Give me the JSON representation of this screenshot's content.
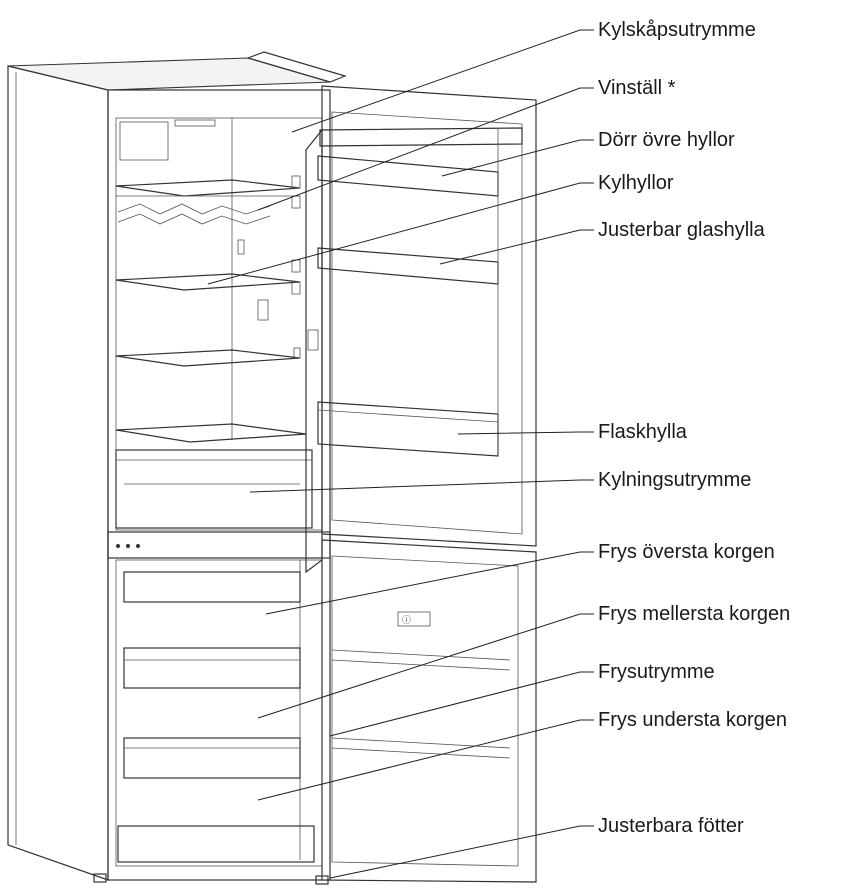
{
  "labels": {
    "kylskap": "Kylskåpsutrymme",
    "vinstall": "Vinställ *",
    "dorr_ovre": "Dörr övre hyllor",
    "kylhyllor": "Kylhyllor",
    "glashylla": "Justerbar glashylla",
    "flaskhylla": "Flaskhylla",
    "kylning": "Kylningsutrymme",
    "frys_overst": "Frys översta korgen",
    "frys_mellerst": "Frys mellersta korgen",
    "frysutrymme": "Frysutrymme",
    "frys_underst": "Frys understa korgen",
    "fotter": "Justerbara fötter"
  },
  "door_badge": "ⓘ"
}
